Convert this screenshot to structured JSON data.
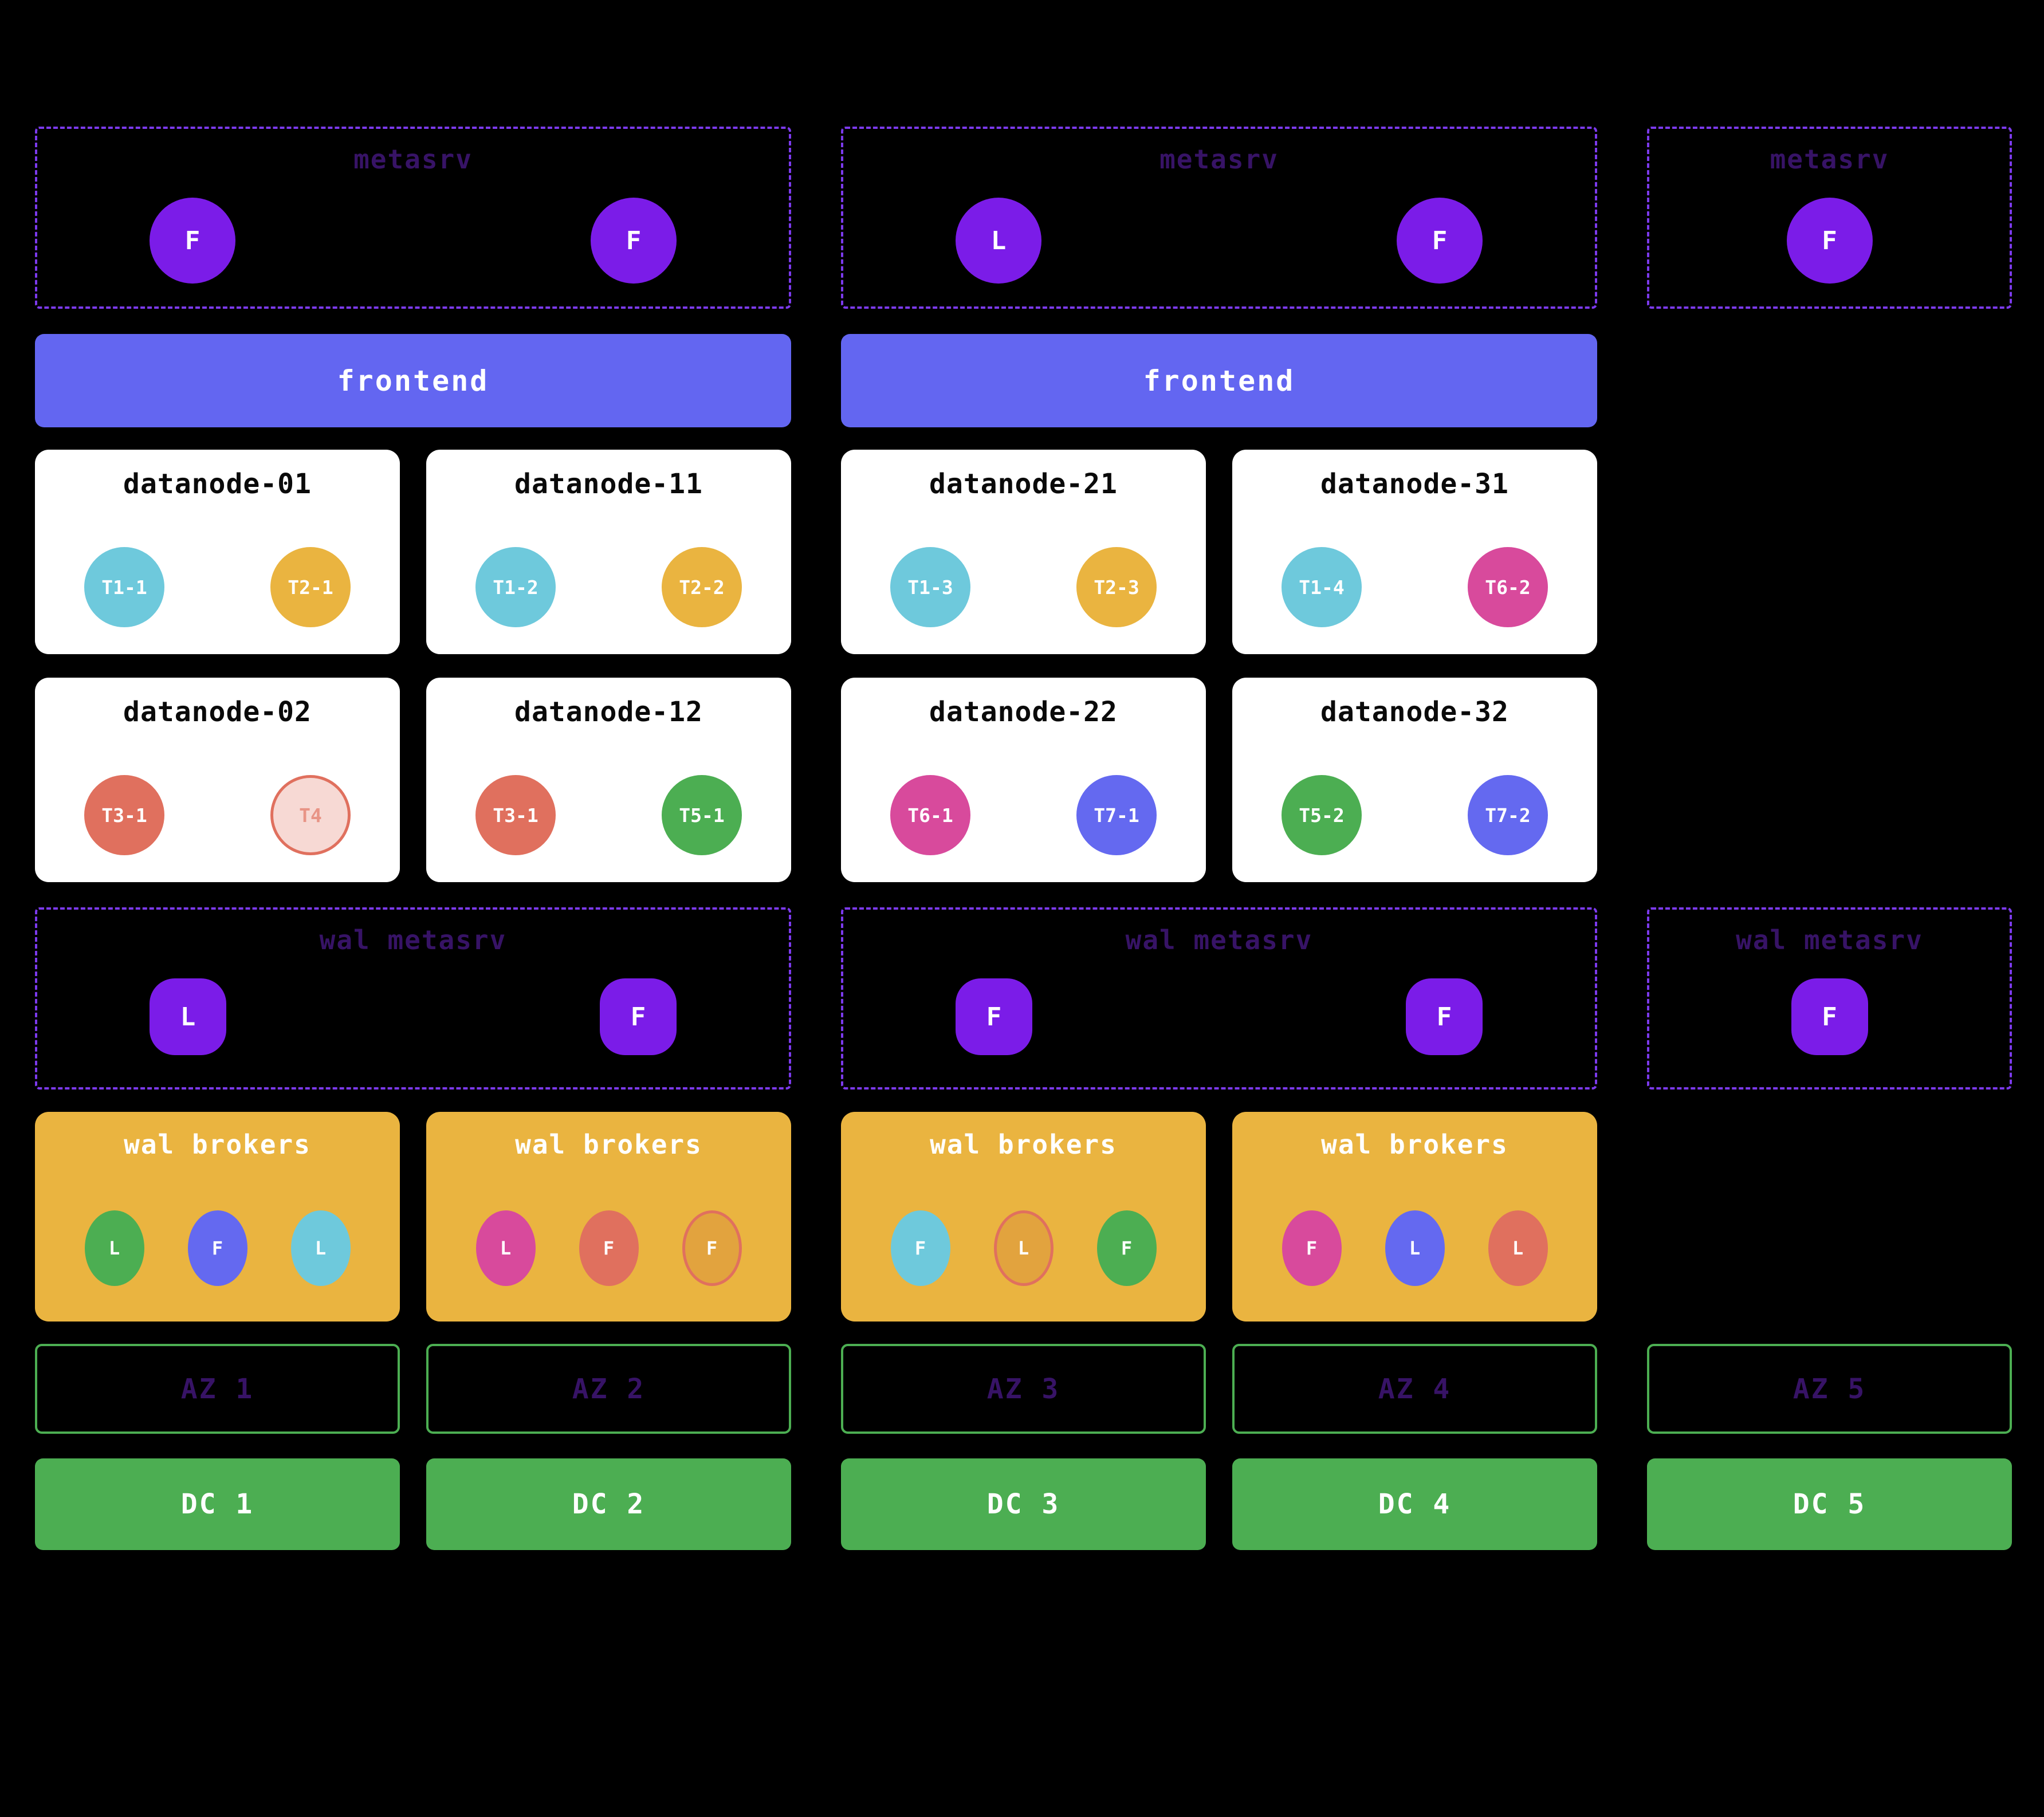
{
  "palette": {
    "background": "#000000",
    "node_purple": "#7b1ce8",
    "frontend_indigo": "#6366f1",
    "dashed_purple": "#7c3aed",
    "dim_purple_label": "#371366",
    "card_white": "#ffffff",
    "cyan": "#6ec9dc",
    "amber": "#eab440",
    "amber_migrating": "#e2a33e",
    "salmon": "#e0705e",
    "salmon_faded": "#f7d9d4",
    "green": "#4cae52",
    "pink": "#d84a9c",
    "indigo": "#6469f0"
  },
  "metasrv_boxes": [
    {
      "title": "metasrv",
      "nodes": [
        {
          "label": "F"
        },
        {
          "label": "F"
        }
      ]
    },
    {
      "title": "metasrv",
      "nodes": [
        {
          "label": "L"
        },
        {
          "label": "F"
        }
      ]
    },
    {
      "title": "metasrv",
      "nodes": [
        {
          "label": "F"
        }
      ]
    }
  ],
  "frontends": [
    {
      "label": "frontend"
    },
    {
      "label": "frontend"
    }
  ],
  "datanodes": [
    {
      "title": "datanode-01",
      "regions": [
        {
          "label": "T1-1",
          "fill": "#6ec9dc",
          "border": "#6ec9dc",
          "text": "#ffffff"
        },
        {
          "label": "T2-1",
          "fill": "#eab440",
          "border": "#eab440",
          "text": "#ffffff"
        }
      ]
    },
    {
      "title": "datanode-11",
      "regions": [
        {
          "label": "T1-2",
          "fill": "#6ec9dc",
          "border": "#6ec9dc",
          "text": "#ffffff"
        },
        {
          "label": "T2-2",
          "fill": "#eab440",
          "border": "#eab440",
          "text": "#ffffff"
        }
      ]
    },
    {
      "title": "datanode-21",
      "regions": [
        {
          "label": "T1-3",
          "fill": "#6ec9dc",
          "border": "#6ec9dc",
          "text": "#ffffff"
        },
        {
          "label": "T2-3",
          "fill": "#eab440",
          "border": "#eab440",
          "text": "#ffffff"
        }
      ]
    },
    {
      "title": "datanode-31",
      "regions": [
        {
          "label": "T1-4",
          "fill": "#6ec9dc",
          "border": "#6ec9dc",
          "text": "#ffffff"
        },
        {
          "label": "T6-2",
          "fill": "#d84a9c",
          "border": "#d84a9c",
          "text": "#ffffff"
        }
      ]
    },
    {
      "title": "datanode-02",
      "regions": [
        {
          "label": "T3-1",
          "fill": "#e0705e",
          "border": "#e0705e",
          "text": "#ffffff"
        },
        {
          "label": "T4",
          "fill": "#f7d9d4",
          "border": "#e0705e",
          "text": "#e89486"
        }
      ]
    },
    {
      "title": "datanode-12",
      "regions": [
        {
          "label": "T3-1",
          "fill": "#e0705e",
          "border": "#e0705e",
          "text": "#ffffff"
        },
        {
          "label": "T5-1",
          "fill": "#4cae52",
          "border": "#4cae52",
          "text": "#ffffff"
        }
      ]
    },
    {
      "title": "datanode-22",
      "regions": [
        {
          "label": "T6-1",
          "fill": "#d84a9c",
          "border": "#d84a9c",
          "text": "#ffffff"
        },
        {
          "label": "T7-1",
          "fill": "#6469f0",
          "border": "#6469f0",
          "text": "#ffffff"
        }
      ]
    },
    {
      "title": "datanode-32",
      "regions": [
        {
          "label": "T5-2",
          "fill": "#4cae52",
          "border": "#4cae52",
          "text": "#ffffff"
        },
        {
          "label": "T7-2",
          "fill": "#6469f0",
          "border": "#6469f0",
          "text": "#ffffff"
        }
      ]
    }
  ],
  "wal_metasrv_boxes": [
    {
      "title": "wal metasrv",
      "nodes": [
        {
          "label": "L"
        },
        {
          "label": "F"
        }
      ]
    },
    {
      "title": "wal metasrv",
      "nodes": [
        {
          "label": "F"
        },
        {
          "label": "F"
        }
      ]
    },
    {
      "title": "wal metasrv",
      "nodes": [
        {
          "label": "F"
        }
      ]
    }
  ],
  "wal_brokers": [
    {
      "title": "wal brokers",
      "pills": [
        {
          "label": "L",
          "fill": "#4cae52",
          "border": "#4cae52"
        },
        {
          "label": "F",
          "fill": "#6469f0",
          "border": "#6469f0"
        },
        {
          "label": "L",
          "fill": "#6ec9dc",
          "border": "#6ec9dc"
        }
      ]
    },
    {
      "title": "wal brokers",
      "pills": [
        {
          "label": "L",
          "fill": "#d84a9c",
          "border": "#d84a9c"
        },
        {
          "label": "F",
          "fill": "#e0705e",
          "border": "#e0705e"
        },
        {
          "label": "F",
          "fill": "#e2a33e",
          "border": "#e0705e"
        }
      ]
    },
    {
      "title": "wal brokers",
      "pills": [
        {
          "label": "F",
          "fill": "#6ec9dc",
          "border": "#6ec9dc"
        },
        {
          "label": "L",
          "fill": "#e2a33e",
          "border": "#e0705e"
        },
        {
          "label": "F",
          "fill": "#4cae52",
          "border": "#4cae52"
        }
      ]
    },
    {
      "title": "wal brokers",
      "pills": [
        {
          "label": "F",
          "fill": "#d84a9c",
          "border": "#d84a9c"
        },
        {
          "label": "L",
          "fill": "#6469f0",
          "border": "#6469f0"
        },
        {
          "label": "L",
          "fill": "#e0705e",
          "border": "#e0705e"
        }
      ]
    }
  ],
  "availability_zones": [
    {
      "label": "AZ 1"
    },
    {
      "label": "AZ 2"
    },
    {
      "label": "AZ 3"
    },
    {
      "label": "AZ 4"
    },
    {
      "label": "AZ 5"
    }
  ],
  "datacenters": [
    {
      "label": "DC 1"
    },
    {
      "label": "DC 2"
    },
    {
      "label": "DC 3"
    },
    {
      "label": "DC 4"
    },
    {
      "label": "DC 5"
    }
  ]
}
